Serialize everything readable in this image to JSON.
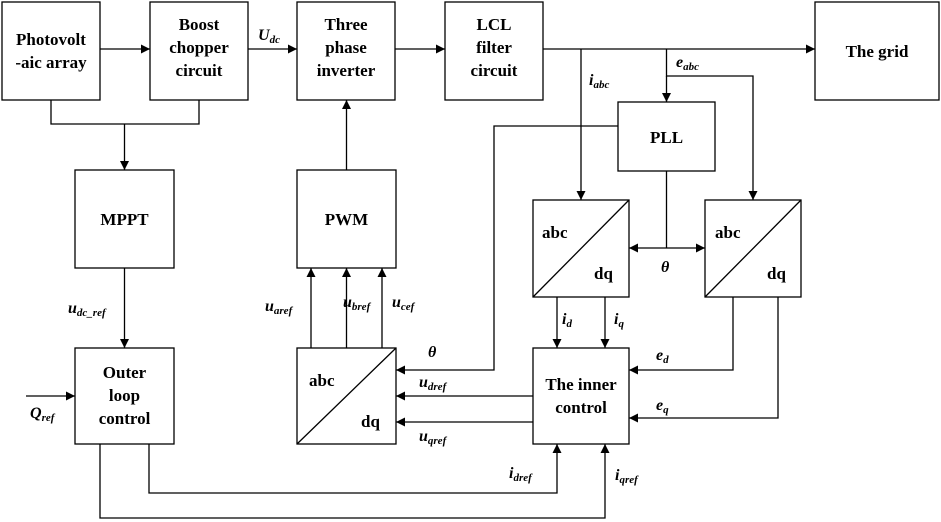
{
  "blocks": {
    "pv_array": [
      "Photovolt",
      "-aic array"
    ],
    "boost": [
      "Boost",
      "chopper",
      "circuit"
    ],
    "inverter": [
      "Three",
      "phase",
      "inverter"
    ],
    "lcl": [
      "LCL",
      "filter",
      "circuit"
    ],
    "grid": "The grid",
    "mppt": "MPPT",
    "pwm": "PWM",
    "pll": "PLL",
    "abc_dq_current": {
      "top": "abc",
      "bottom": "dq"
    },
    "abc_dq_voltage": {
      "top": "abc",
      "bottom": "dq"
    },
    "dq_abc_ref": {
      "top": "abc",
      "bottom": "dq"
    },
    "outer_loop": [
      "Outer",
      "loop",
      "control"
    ],
    "inner_control": [
      "The inner",
      "control"
    ]
  },
  "signals": {
    "u_dc": {
      "main": "U",
      "sub": "dc"
    },
    "i_abc": {
      "main": "i",
      "sub": "abc"
    },
    "e_abc": {
      "main": "e",
      "sub": "abc"
    },
    "theta_pll": {
      "main": "θ",
      "sub": ""
    },
    "theta_ref": {
      "main": "θ",
      "sub": ""
    },
    "u_dc_ref": {
      "main": "u",
      "sub": "dc_ref"
    },
    "q_ref": {
      "main": "Q",
      "sub": "ref"
    },
    "u_aref": {
      "main": "u",
      "sub": "aref"
    },
    "u_bref": {
      "main": "u",
      "sub": "bref"
    },
    "u_cef": {
      "main": "u",
      "sub": "cef"
    },
    "i_d": {
      "main": "i",
      "sub": "d"
    },
    "i_q": {
      "main": "i",
      "sub": "q"
    },
    "e_d": {
      "main": "e",
      "sub": "d"
    },
    "e_q": {
      "main": "e",
      "sub": "q"
    },
    "u_dref": {
      "main": "u",
      "sub": "dref"
    },
    "u_qref": {
      "main": "u",
      "sub": "qref"
    },
    "i_dref": {
      "main": "i",
      "sub": "dref"
    },
    "i_qref": {
      "main": "i",
      "sub": "qref"
    }
  }
}
